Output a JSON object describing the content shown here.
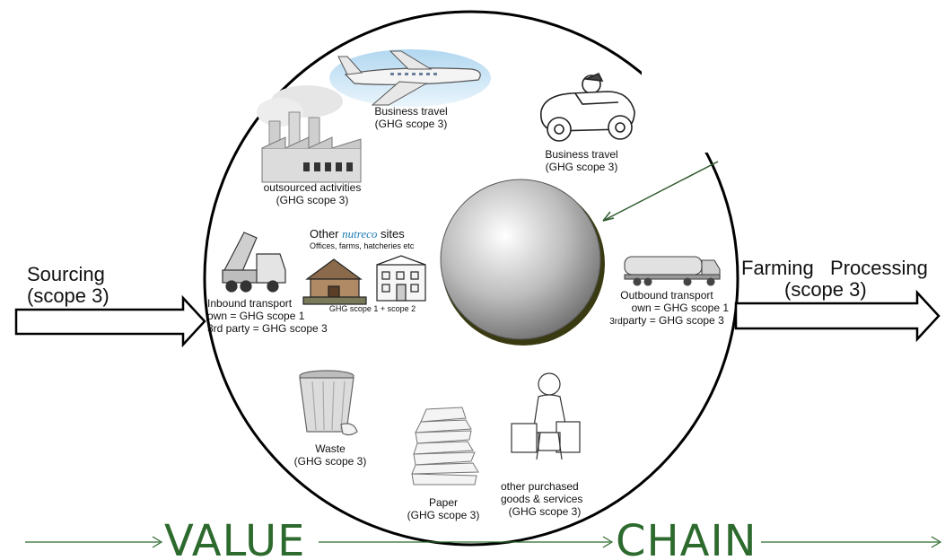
{
  "sourcing": {
    "line1": "Sourcing",
    "line2": "(scope 3)"
  },
  "downstream": {
    "line1": "Farming",
    "line1b": "Processing",
    "line2": "(scope 3)"
  },
  "value_chain": {
    "word1": "VALUE",
    "word2": "CHAIN"
  },
  "items": {
    "business_travel_air": {
      "line1": "Business travel",
      "line2": "(GHG scope 3)",
      "icon": "airplane-icon"
    },
    "business_travel_car": {
      "line1": "Business travel",
      "line2": "(GHG scope 3)",
      "icon": "car-icon"
    },
    "outsourced": {
      "line1": "outsourced activities",
      "line2": "(GHG scope 3)",
      "icon": "factory-icon"
    },
    "sites": {
      "title_prefix": "Other",
      "brand": "nutreco",
      "title_suffix": "sites",
      "subtitle": "Offices, farms, hatcheries etc",
      "scope": "GHG scope 1 + scope 2",
      "icon": "building-icon"
    },
    "inbound": {
      "line1": "Inbound transport",
      "line2": "own = GHG scope 1",
      "line3": "3rd party = GHG scope 3",
      "icon": "dump-truck-icon"
    },
    "outbound": {
      "line1": "Outbound transport",
      "line2": "own = GHG scope 1",
      "line3a": "3rd",
      "line3b": "party = GHG scope 3",
      "icon": "tanker-truck-icon"
    },
    "waste": {
      "line1": "Waste",
      "line2": "(GHG scope 3)",
      "icon": "trash-can-icon"
    },
    "paper": {
      "line1": "Paper",
      "line2": "(GHG scope 3)",
      "icon": "paper-stack-icon"
    },
    "goods": {
      "line1": "other purchased",
      "line2": "goods & services",
      "line3": "(GHG scope 3)",
      "icon": "shopper-icon"
    }
  },
  "colors": {
    "chain_text": "#2d6a2d",
    "connector": "#2f5a2f",
    "brand": "#1c7bb5"
  }
}
